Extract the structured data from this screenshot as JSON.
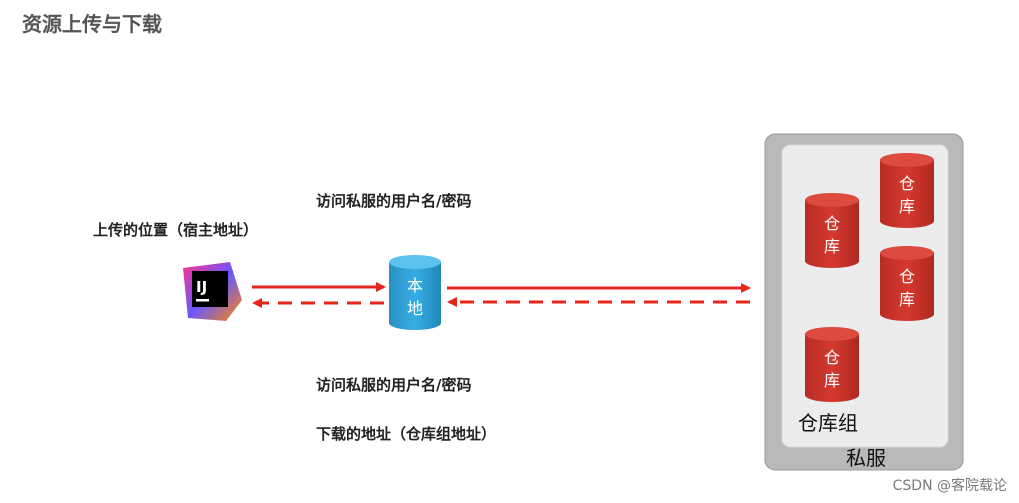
{
  "title": "资源上传与下载",
  "labels": {
    "upload_position": "上传的位置（宿主地址）",
    "access_top": "访问私服的用户名/密码",
    "access_bottom": "访问私服的用户名/密码",
    "download_address": "下载的地址（仓库组地址）"
  },
  "ide_icon_text": "IJ",
  "local": {
    "line1": "本",
    "line2": "地"
  },
  "repository": {
    "line1": "仓",
    "line2": "库"
  },
  "repo_group_label": "仓库组",
  "private_server_label": "私服",
  "watermark": "CSDN @客院载论",
  "colors": {
    "arrow": "#e8251c",
    "repo": "#c9342b",
    "local": "#2d9fd3",
    "panel_outer": "#b9b9b9",
    "panel_inner": "#ececec"
  }
}
